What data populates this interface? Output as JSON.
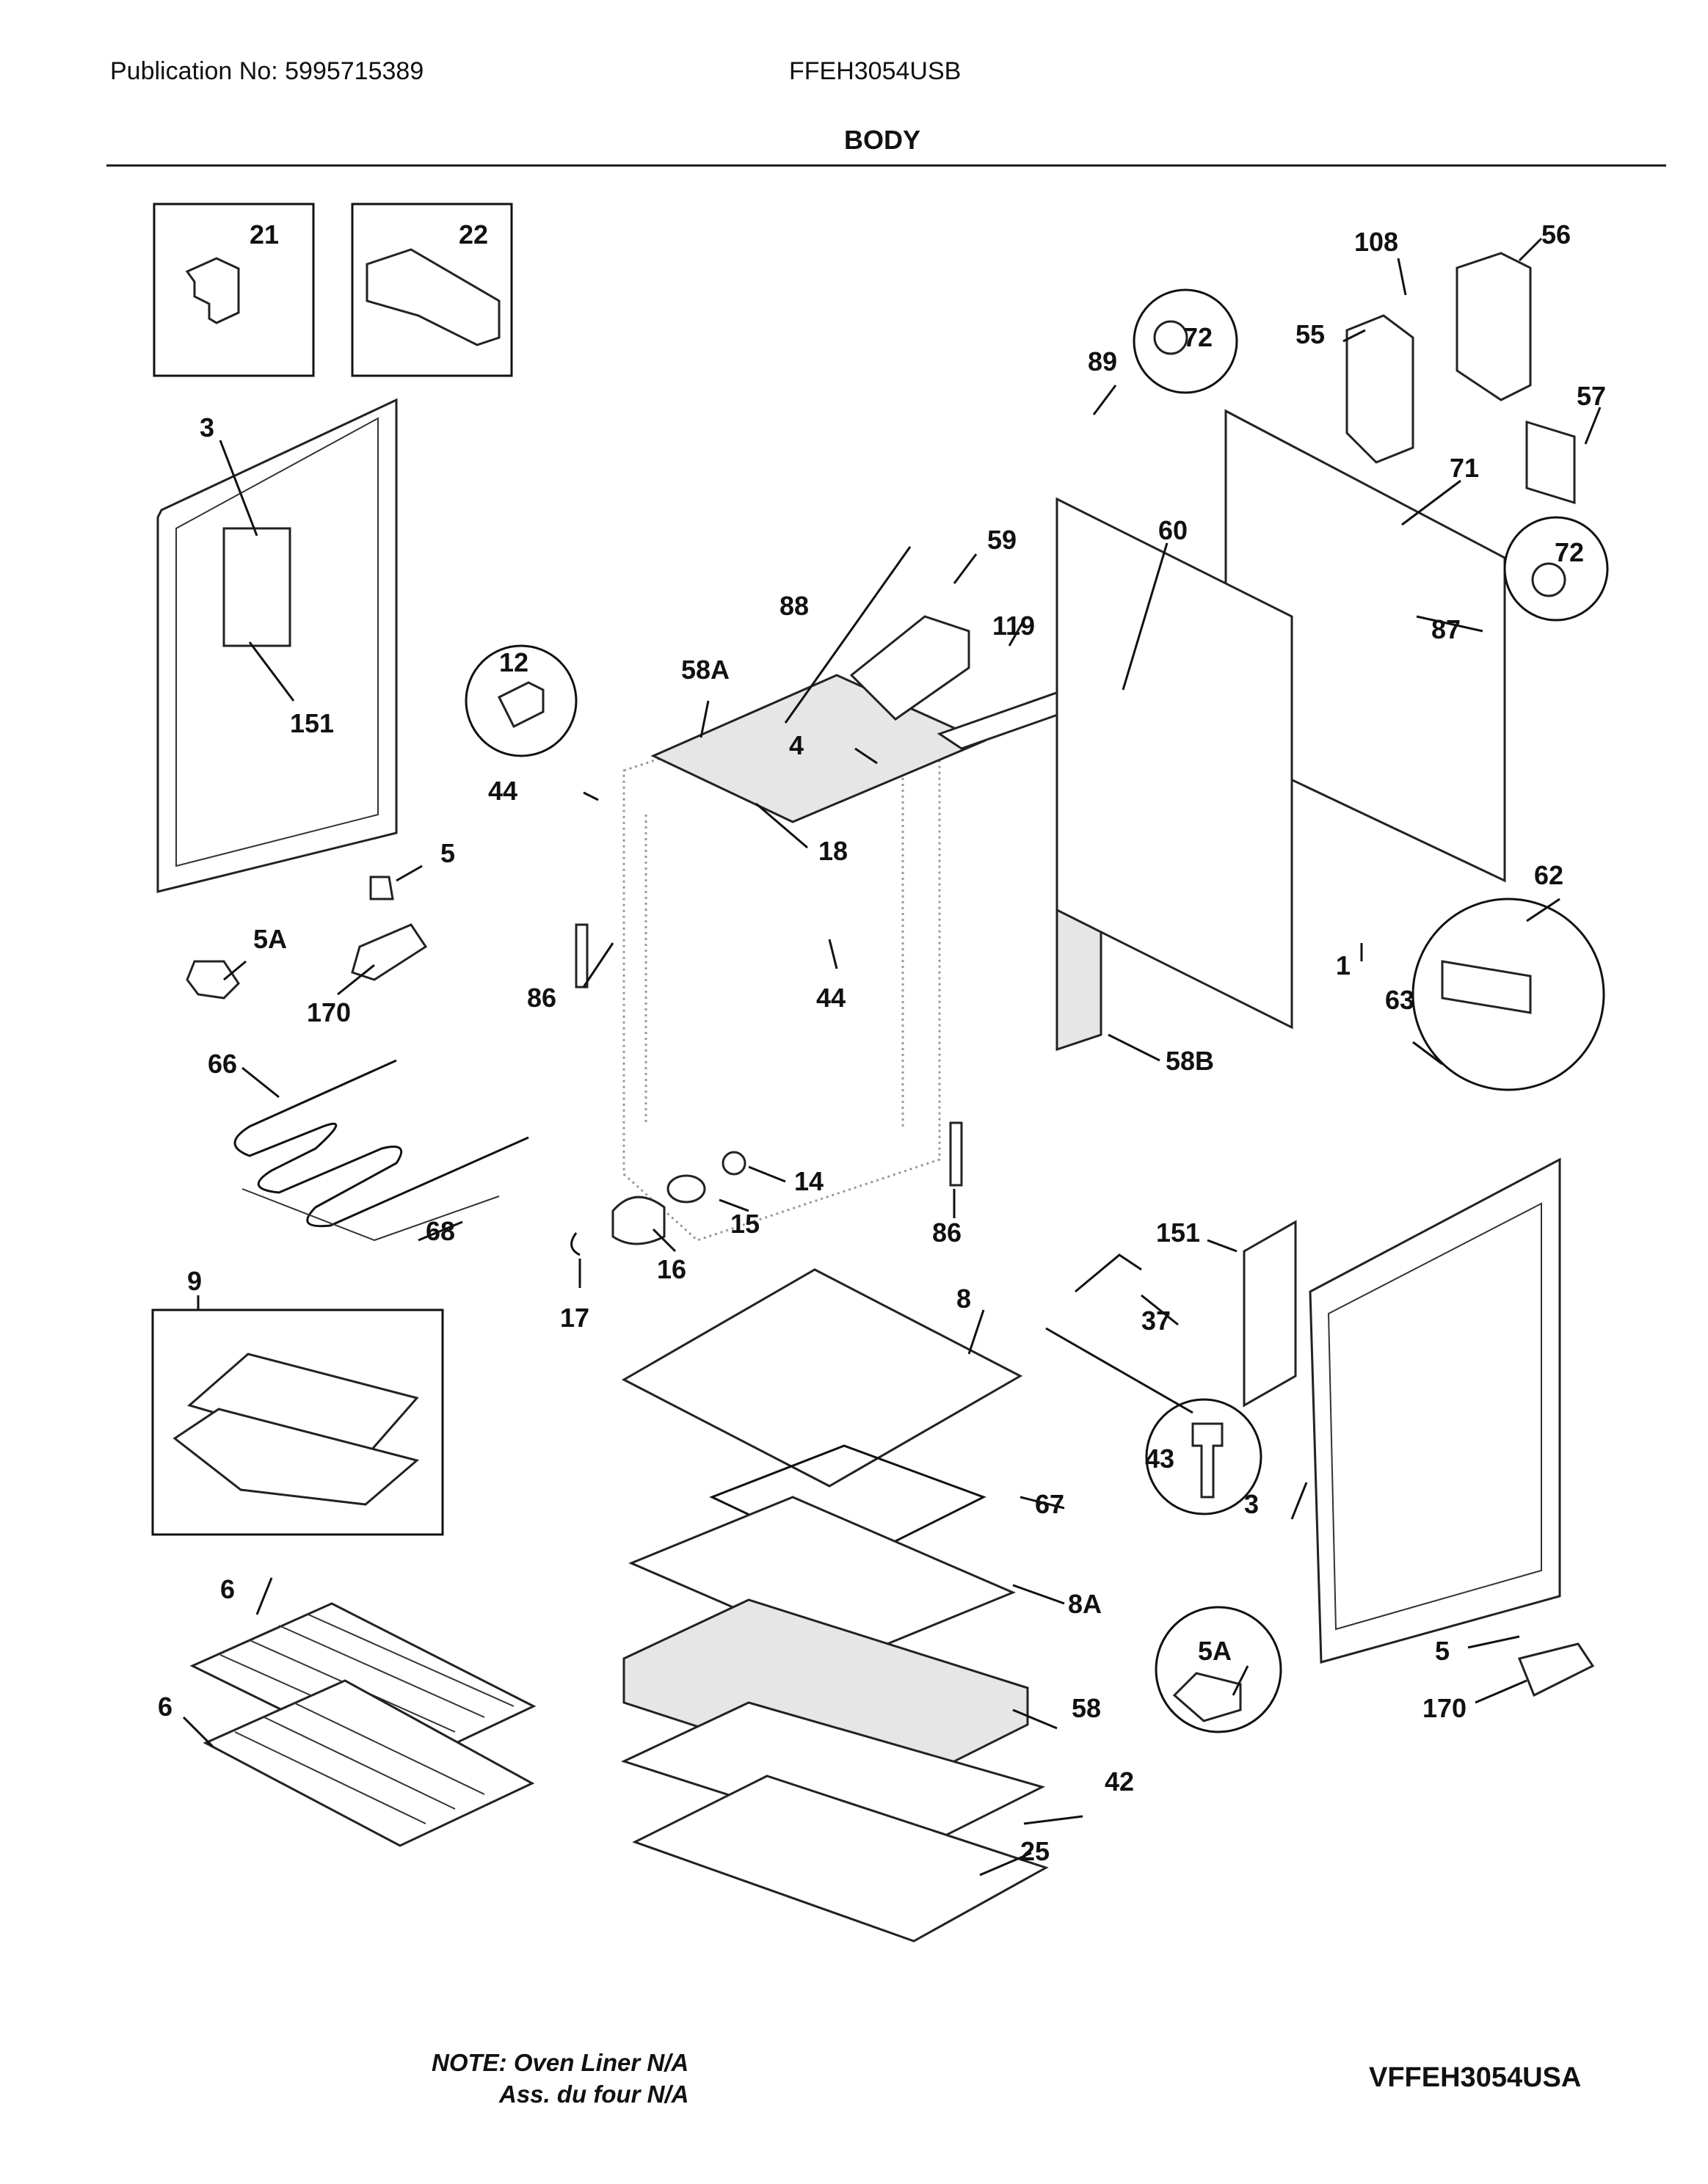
{
  "header": {
    "publication": "Publication No: 5995715389",
    "model": "FFEH3054USB",
    "section_title": "BODY"
  },
  "callouts": [
    {
      "id": "c21",
      "label": "21"
    },
    {
      "id": "c22",
      "label": "22"
    },
    {
      "id": "c3a",
      "label": "3"
    },
    {
      "id": "c151a",
      "label": "151"
    },
    {
      "id": "c5",
      "label": "5"
    },
    {
      "id": "c5Aa",
      "label": "5A"
    },
    {
      "id": "c170a",
      "label": "170"
    },
    {
      "id": "c66",
      "label": "66"
    },
    {
      "id": "c68",
      "label": "68"
    },
    {
      "id": "c9",
      "label": "9"
    },
    {
      "id": "c6a",
      "label": "6"
    },
    {
      "id": "c6b",
      "label": "6"
    },
    {
      "id": "c12",
      "label": "12"
    },
    {
      "id": "c44a",
      "label": "44"
    },
    {
      "id": "c58A",
      "label": "58A"
    },
    {
      "id": "c88",
      "label": "88"
    },
    {
      "id": "c4",
      "label": "4"
    },
    {
      "id": "c18",
      "label": "18"
    },
    {
      "id": "c86a",
      "label": "86"
    },
    {
      "id": "c44b",
      "label": "44"
    },
    {
      "id": "c14",
      "label": "14"
    },
    {
      "id": "c15",
      "label": "15"
    },
    {
      "id": "c16",
      "label": "16"
    },
    {
      "id": "c17",
      "label": "17"
    },
    {
      "id": "c86b",
      "label": "86"
    },
    {
      "id": "c59",
      "label": "59"
    },
    {
      "id": "c119",
      "label": "119"
    },
    {
      "id": "c89",
      "label": "89"
    },
    {
      "id": "c60",
      "label": "60"
    },
    {
      "id": "c72a",
      "label": "72"
    },
    {
      "id": "c108",
      "label": "108"
    },
    {
      "id": "c56",
      "label": "56"
    },
    {
      "id": "c55",
      "label": "55"
    },
    {
      "id": "c57",
      "label": "57"
    },
    {
      "id": "c71",
      "label": "71"
    },
    {
      "id": "c72b",
      "label": "72"
    },
    {
      "id": "c87",
      "label": "87"
    },
    {
      "id": "c62",
      "label": "62"
    },
    {
      "id": "c1",
      "label": "1"
    },
    {
      "id": "c63",
      "label": "63"
    },
    {
      "id": "c58B",
      "label": "58B"
    },
    {
      "id": "c151b",
      "label": "151"
    },
    {
      "id": "c37",
      "label": "37"
    },
    {
      "id": "c8",
      "label": "8"
    },
    {
      "id": "c43",
      "label": "43"
    },
    {
      "id": "c67",
      "label": "67"
    },
    {
      "id": "c3b",
      "label": "3"
    },
    {
      "id": "c8A",
      "label": "8A"
    },
    {
      "id": "c5Ab",
      "label": "5A"
    },
    {
      "id": "c5b",
      "label": "5"
    },
    {
      "id": "c58",
      "label": "58"
    },
    {
      "id": "c170b",
      "label": "170"
    },
    {
      "id": "c42",
      "label": "42"
    },
    {
      "id": "c25",
      "label": "25"
    }
  ],
  "footer": {
    "note_line1": "NOTE: Oven Liner N/A",
    "note_line2": "Ass. du four N/A",
    "drawing_code": "VFFEH3054USA"
  }
}
